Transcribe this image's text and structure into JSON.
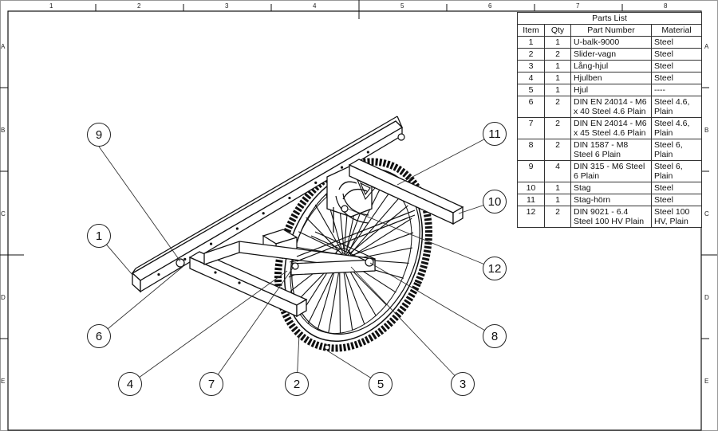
{
  "border": {
    "columns": [
      "1",
      "2",
      "3",
      "4",
      "5",
      "6",
      "7",
      "8"
    ],
    "rows": [
      "A",
      "B",
      "C",
      "D",
      "E"
    ]
  },
  "parts_list": {
    "title": "Parts List",
    "headers": [
      "Item",
      "Qty",
      "Part Number",
      "Material"
    ],
    "rows": [
      {
        "item": "1",
        "qty": "1",
        "part": "U-balk-9000",
        "material": "Steel"
      },
      {
        "item": "2",
        "qty": "2",
        "part": "Slider-vagn",
        "material": "Steel"
      },
      {
        "item": "3",
        "qty": "1",
        "part": "Lång-hjul",
        "material": "Steel"
      },
      {
        "item": "4",
        "qty": "1",
        "part": "Hjulben",
        "material": "Steel"
      },
      {
        "item": "5",
        "qty": "1",
        "part": "Hjul",
        "material": "----"
      },
      {
        "item": "6",
        "qty": "2",
        "part": "DIN EN 24014 - M6 x 40 Steel 4.6 Plain",
        "material": "Steel 4.6, Plain"
      },
      {
        "item": "7",
        "qty": "2",
        "part": "DIN EN 24014 - M6 x 45 Steel 4.6 Plain",
        "material": "Steel 4.6, Plain"
      },
      {
        "item": "8",
        "qty": "2",
        "part": "DIN 1587 - M8 Steel 6 Plain",
        "material": "Steel 6, Plain"
      },
      {
        "item": "9",
        "qty": "4",
        "part": "DIN 315 - M6 Steel 6 Plain",
        "material": "Steel 6, Plain"
      },
      {
        "item": "10",
        "qty": "1",
        "part": "Stag",
        "material": "Steel"
      },
      {
        "item": "11",
        "qty": "1",
        "part": "Stag-hörn",
        "material": "Steel"
      },
      {
        "item": "12",
        "qty": "2",
        "part": "DIN 9021 - 6.4 Steel 100 HV Plain",
        "material": "Steel 100 HV, Plain"
      }
    ]
  },
  "balloons": [
    "1",
    "2",
    "3",
    "4",
    "5",
    "6",
    "7",
    "8",
    "9",
    "10",
    "11",
    "12"
  ]
}
